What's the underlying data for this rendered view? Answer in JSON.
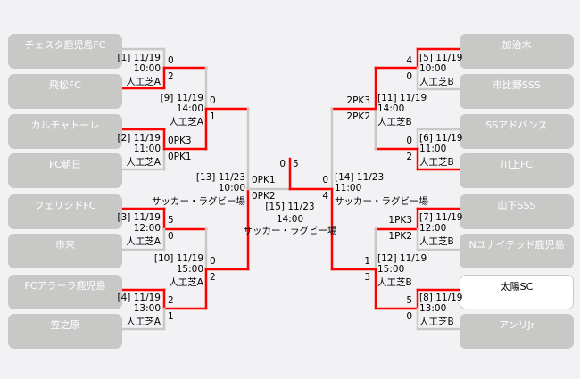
{
  "teams": {
    "left": [
      "チェスタ鹿児島FC",
      "飛松FC",
      "カルチャトーレ",
      "FC朝日",
      "フェリシドFC",
      "市来",
      "FCアラーラ鹿児島",
      "笠之原"
    ],
    "right": [
      "加治木",
      "市比野SSS",
      "SSアドバンス",
      "川上FC",
      "山下SSS",
      "Nユナイテッド鹿児島",
      "太陽SC",
      "アンリJr"
    ],
    "champion": "太陽SC"
  },
  "matches": {
    "m1": {
      "label": "[1] 11/19",
      "time": "10:00",
      "venue": "人工芝A",
      "score_top": "0",
      "score_bottom": "2"
    },
    "m2": {
      "label": "[2] 11/19",
      "time": "11:00",
      "venue": "人工芝A",
      "score_top": "0PK3",
      "score_bottom": "0PK1"
    },
    "m3": {
      "label": "[3] 11/19",
      "time": "12:00",
      "venue": "人工芝A",
      "score_top": "5",
      "score_bottom": "0"
    },
    "m4": {
      "label": "[4] 11/19",
      "time": "13:00",
      "venue": "人工芝A",
      "score_top": "2",
      "score_bottom": "1"
    },
    "m5": {
      "label": "[5] 11/19",
      "time": "10:00",
      "venue": "人工芝B",
      "score_top": "4",
      "score_bottom": "0"
    },
    "m6": {
      "label": "[6] 11/19",
      "time": "11:00",
      "venue": "人工芝B",
      "score_top": "0",
      "score_bottom": "2"
    },
    "m7": {
      "label": "[7] 11/19",
      "time": "12:00",
      "venue": "人工芝B",
      "score_top": "1PK3",
      "score_bottom": "1PK2"
    },
    "m8": {
      "label": "[8] 11/19",
      "time": "13:00",
      "venue": "人工芝B",
      "score_top": "5",
      "score_bottom": "0"
    },
    "m9": {
      "label": "[9] 11/19",
      "time": "14:00",
      "venue": "人工芝A",
      "score_top": "0",
      "score_bottom": "1"
    },
    "m10": {
      "label": "[10] 11/19",
      "time": "15:00",
      "venue": "人工芝A",
      "score_top": "0",
      "score_bottom": "2"
    },
    "m11": {
      "label": "[11] 11/19",
      "time": "14:00",
      "venue": "人工芝B",
      "score_top": "2PK3",
      "score_bottom": "2PK2"
    },
    "m12": {
      "label": "[12] 11/19",
      "time": "15:00",
      "venue": "人工芝B",
      "score_top": "1",
      "score_bottom": "3"
    },
    "m13": {
      "label": "[13] 11/23",
      "time": "10:00",
      "venue": "サッカー・ラグビー場",
      "score_top": "0PK1",
      "score_bottom": "0PK2"
    },
    "m14": {
      "label": "[14] 11/23",
      "time": "11:00",
      "venue": "サッカー・ラグビー場",
      "score_top": "0",
      "score_bottom": "4"
    },
    "m15": {
      "label": "[15] 11/23",
      "time": "14:00",
      "venue": "サッカー・ラグビー場",
      "score_left": "0",
      "score_right": "5"
    }
  },
  "colors": {
    "winner_line": "#ff0000",
    "loser_line": "#c8c9c7",
    "team_box": "#c8c9c7",
    "background": "#f2f1f4"
  }
}
